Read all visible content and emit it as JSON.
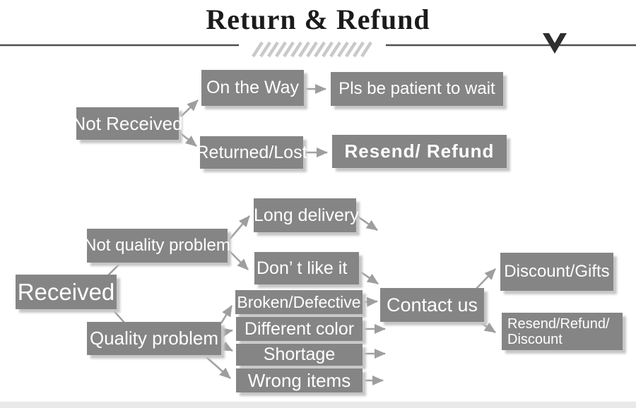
{
  "header": {
    "title": "Return & Refund",
    "divider_icon": "chevron-down"
  },
  "colors": {
    "box": "#858585",
    "box_text": "#ffffff",
    "box_shadow": "#c6c6c6",
    "arrow": "#a2a2a2",
    "title_text": "#1b1b1b",
    "rule": "#4f4f4f",
    "hatch": "#c9c9c9",
    "chevron": "#2e2e2e",
    "bottom_strip": "#e9e9e9"
  },
  "nodes": {
    "not_received": "Not Received",
    "on_the_way": "On the Way",
    "pls_be_patient": "Pls be patient to wait",
    "returned_lost": "Returned/Lost",
    "resend_refund": "Resend/ Refund",
    "received": "Received",
    "not_quality_problem": "Not quality problem",
    "long_delivery": "Long delivery",
    "dont_like_it": "Don’ t like it",
    "quality_problem": "Quality problem",
    "broken_defective": "Broken/Defective",
    "different_color": "Different color",
    "shortage": "Shortage",
    "wrong_items": "Wrong items",
    "contact_us": "Contact us",
    "discount_gifts": "Discount/Gifts",
    "resend_refund_discount_line1": "Resend/Refund/",
    "resend_refund_discount_line2": "Discount"
  },
  "edges": [
    {
      "from": "Not Received",
      "to": "On the Way"
    },
    {
      "from": "Not Received",
      "to": "Returned/Lost"
    },
    {
      "from": "On the Way",
      "to": "Pls be patient to wait"
    },
    {
      "from": "Returned/Lost",
      "to": "Resend/ Refund"
    },
    {
      "from": "Received",
      "to": "Not quality problem"
    },
    {
      "from": "Received",
      "to": "Quality problem"
    },
    {
      "from": "Not quality problem",
      "to": "Long delivery"
    },
    {
      "from": "Not quality problem",
      "to": "Don’ t like it"
    },
    {
      "from": "Quality problem",
      "to": "Broken/Defective"
    },
    {
      "from": "Quality problem",
      "to": "Different color"
    },
    {
      "from": "Quality problem",
      "to": "Shortage"
    },
    {
      "from": "Quality problem",
      "to": "Wrong items"
    },
    {
      "from": "Broken/Defective",
      "to": "Contact us"
    },
    {
      "from": "Different color",
      "to": "Contact us"
    },
    {
      "from": "Shortage",
      "to": "Contact us"
    },
    {
      "from": "Wrong items",
      "to": "Contact us"
    },
    {
      "from": "Contact us",
      "to": "Discount/Gifts"
    },
    {
      "from": "Contact us",
      "to": "Resend/Refund/ Discount"
    }
  ]
}
